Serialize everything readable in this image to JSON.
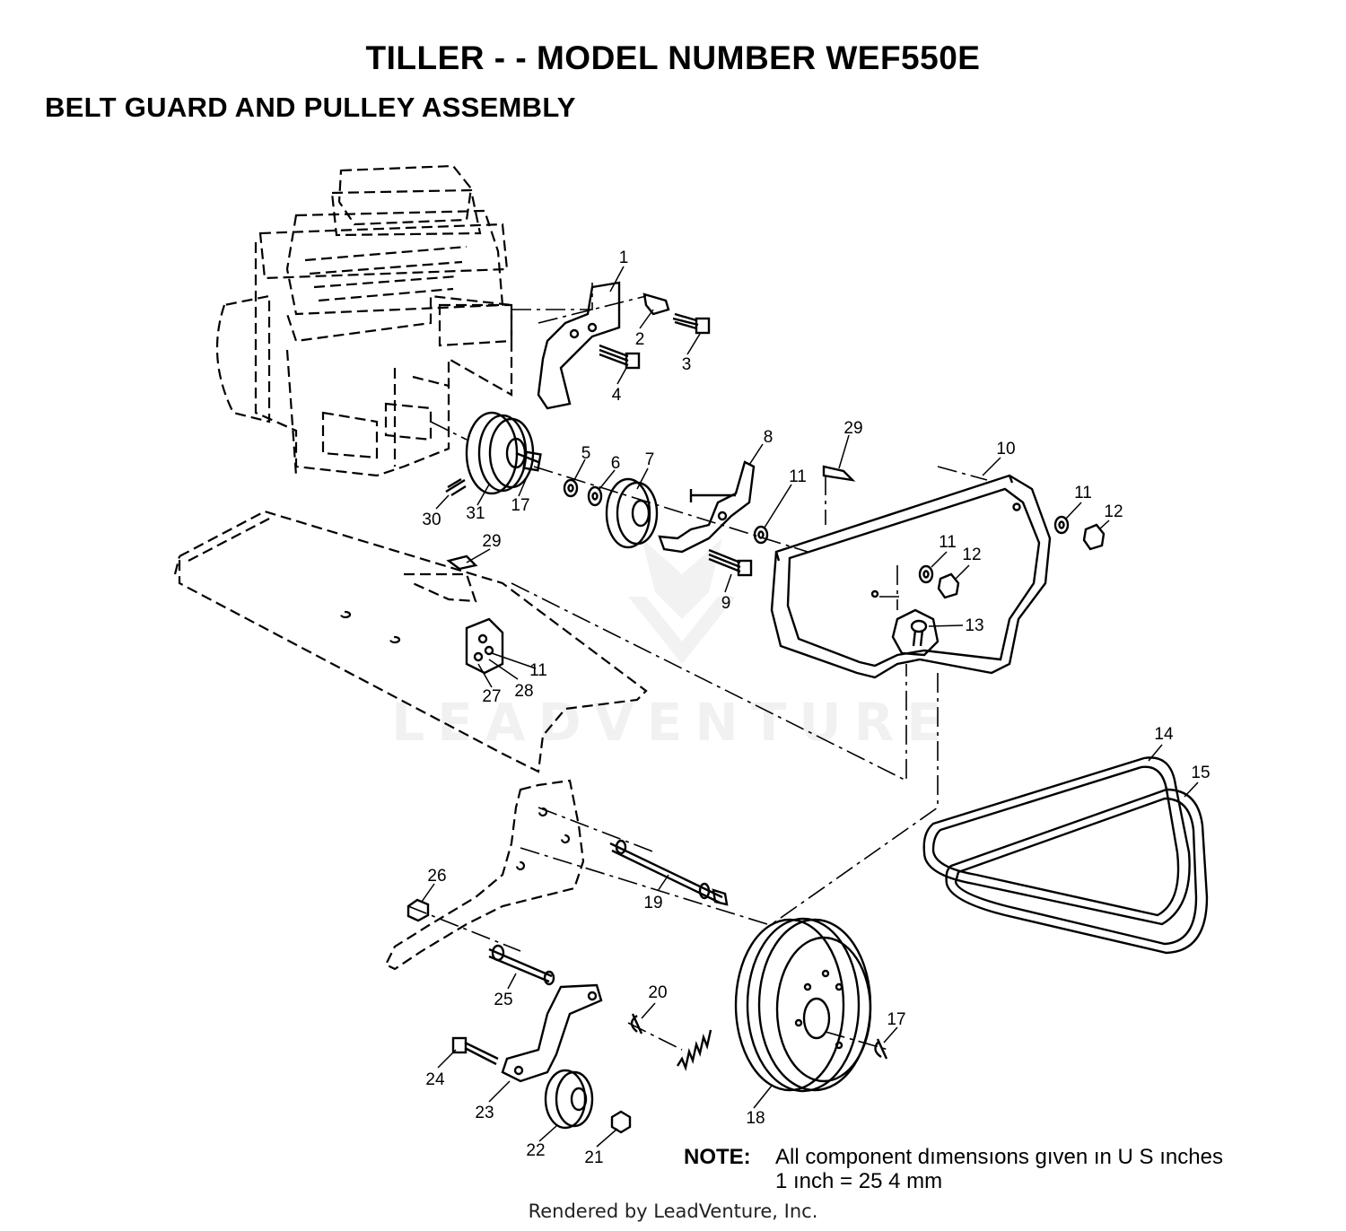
{
  "header": {
    "title": "TILLER - - MODEL NUMBER WEF550E",
    "subtitle": "BELT GUARD AND PULLEY ASSEMBLY"
  },
  "callouts": {
    "c1": "1",
    "c2": "2",
    "c3": "3",
    "c4": "4",
    "c5": "5",
    "c6": "6",
    "c7": "7",
    "c8": "8",
    "c9": "9",
    "c10": "10",
    "c11a": "11",
    "c11b": "11",
    "c11c": "11",
    "c11d": "11",
    "c12a": "12",
    "c12b": "12",
    "c13": "13",
    "c14": "14",
    "c15": "15",
    "c17a": "17",
    "c17b": "17",
    "c18": "18",
    "c19": "19",
    "c20": "20",
    "c21": "21",
    "c22": "22",
    "c23": "23",
    "c24": "24",
    "c25": "25",
    "c26": "26",
    "c27": "27",
    "c28": "28",
    "c29a": "29",
    "c29b": "29",
    "c30": "30",
    "c31": "31"
  },
  "note": {
    "label": "NOTE:",
    "line1": "All component dımensıons gıven ın U S  ınches",
    "line2": "1 ınch = 25 4 mm"
  },
  "watermark": "LEADVENTURE",
  "footer": "Rendered by LeadVenture, Inc."
}
